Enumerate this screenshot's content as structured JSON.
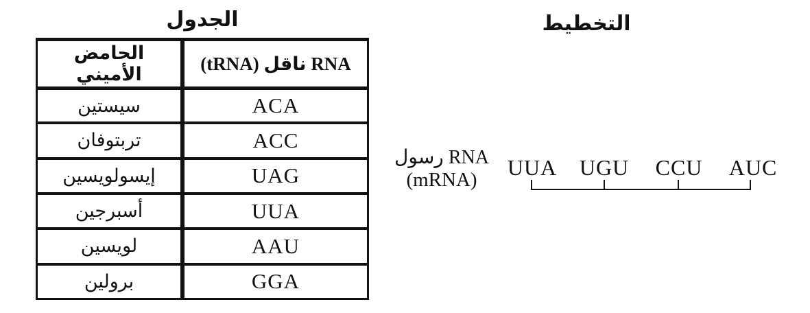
{
  "colors": {
    "ink": "#111111",
    "background": "#ffffff"
  },
  "table_section": {
    "title": "الجدول",
    "table": {
      "header": {
        "amino_acid": "الحامض الأميني",
        "trna": "RNA ناقل (tRNA)"
      },
      "rows": [
        {
          "amino_acid": "سيستين",
          "trna_codon": "ACA"
        },
        {
          "amino_acid": "تربتوفان",
          "trna_codon": "ACC"
        },
        {
          "amino_acid": "إيسولويسين",
          "trna_codon": "UAG"
        },
        {
          "amino_acid": "أسبرجين",
          "trna_codon": "UUA"
        },
        {
          "amino_acid": "لويسين",
          "trna_codon": "AAU"
        },
        {
          "amino_acid": "برولين",
          "trna_codon": "GGA"
        }
      ]
    }
  },
  "diagram_section": {
    "title": "التخطيط",
    "mrna_label_line1": "RNA رسول",
    "mrna_label_line2": "(mRNA)",
    "codons": [
      "UUA",
      "UGU",
      "CCU",
      "AUC"
    ]
  }
}
